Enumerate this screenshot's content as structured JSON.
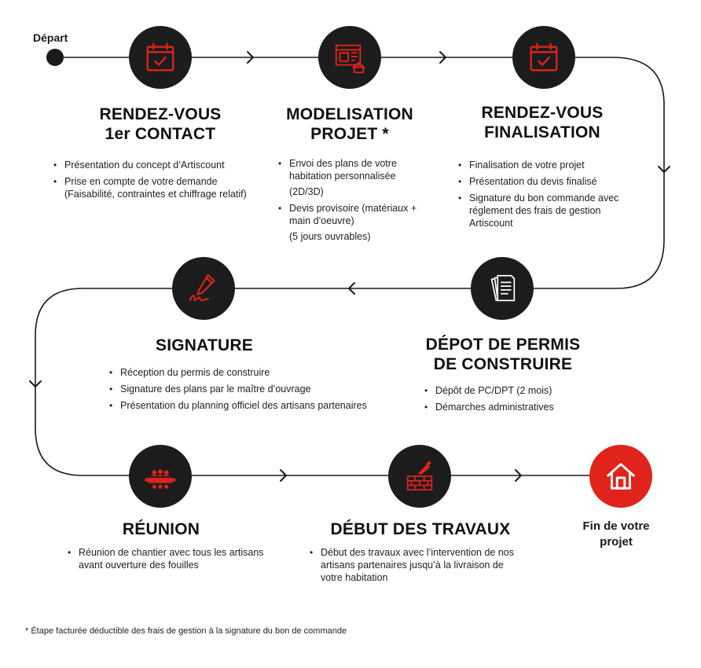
{
  "start": {
    "label": "Départ"
  },
  "end": {
    "line1": "Fin de votre",
    "line2": "projet"
  },
  "steps": [
    {
      "title_lines": [
        "RENDEZ-VOUS",
        "1er CONTACT"
      ],
      "icon": "calendar-check-icon",
      "bullets": [
        {
          "text": "Présentation du concept d’Artiscount",
          "sub": ""
        },
        {
          "text": "Prise en compte de votre demande",
          "sub": "(Faisabilité, contraintes et chiffrage relatif)"
        }
      ]
    },
    {
      "title_lines": [
        "MODELISATION",
        "PROJET *"
      ],
      "icon": "blueprint-house-icon",
      "bullets": [
        {
          "text": "Envoi des plans  de votre habitation personnalisée",
          "sub": "(2D/3D)"
        },
        {
          "text": "Devis provisoire (matériaux + main d’oeuvre)",
          "sub": "(5 jours ouvrables)"
        }
      ]
    },
    {
      "title_lines": [
        "RENDEZ-VOUS",
        "FINALISATION"
      ],
      "icon": "calendar-check-icon",
      "bullets": [
        {
          "text": "Finalisation de votre projet",
          "sub": ""
        },
        {
          "text": "Présentation du devis finalisé",
          "sub": ""
        },
        {
          "text": "Signature du bon commande avec réglement des frais de gestion Artiscount",
          "sub": ""
        }
      ]
    },
    {
      "title_lines": [
        "DÉPOT DE PERMIS",
        "DE CONSTRUIRE"
      ],
      "icon": "documents-icon",
      "bullets": [
        {
          "text": "Dépôt de PC/DPT (2 mois)",
          "sub": ""
        },
        {
          "text": "Démarches administratives",
          "sub": ""
        }
      ]
    },
    {
      "title_lines": [
        "SIGNATURE"
      ],
      "icon": "pen-signature-icon",
      "bullets": [
        {
          "text": "Réception du permis de construire",
          "sub": ""
        },
        {
          "text": "Signature des plans par le maître d’ouvrage",
          "sub": ""
        },
        {
          "text": "Présentation du planning officiel des artisans partenaires",
          "sub": ""
        }
      ]
    },
    {
      "title_lines": [
        "RÉUNION"
      ],
      "icon": "meeting-icon",
      "bullets": [
        {
          "text": "Réunion de chantier avec tous les artisans avant ouverture des fouilles",
          "sub": ""
        }
      ]
    },
    {
      "title_lines": [
        "DÉBUT DES TRAVAUX"
      ],
      "icon": "brick-wall-trowel-icon",
      "bullets": [
        {
          "text": "Début des travaux avec l’intervention de nos artisans partenaires jusqu’à la livraison de votre habitation",
          "sub": ""
        }
      ]
    }
  ],
  "final_icon": "house-icon",
  "footnote": "* Étape facturée déductible des frais de gestion à la signature du bon de commande",
  "colors": {
    "accent": "#e0231b",
    "node": "#1c1c1c",
    "line": "#1a1a1a"
  }
}
